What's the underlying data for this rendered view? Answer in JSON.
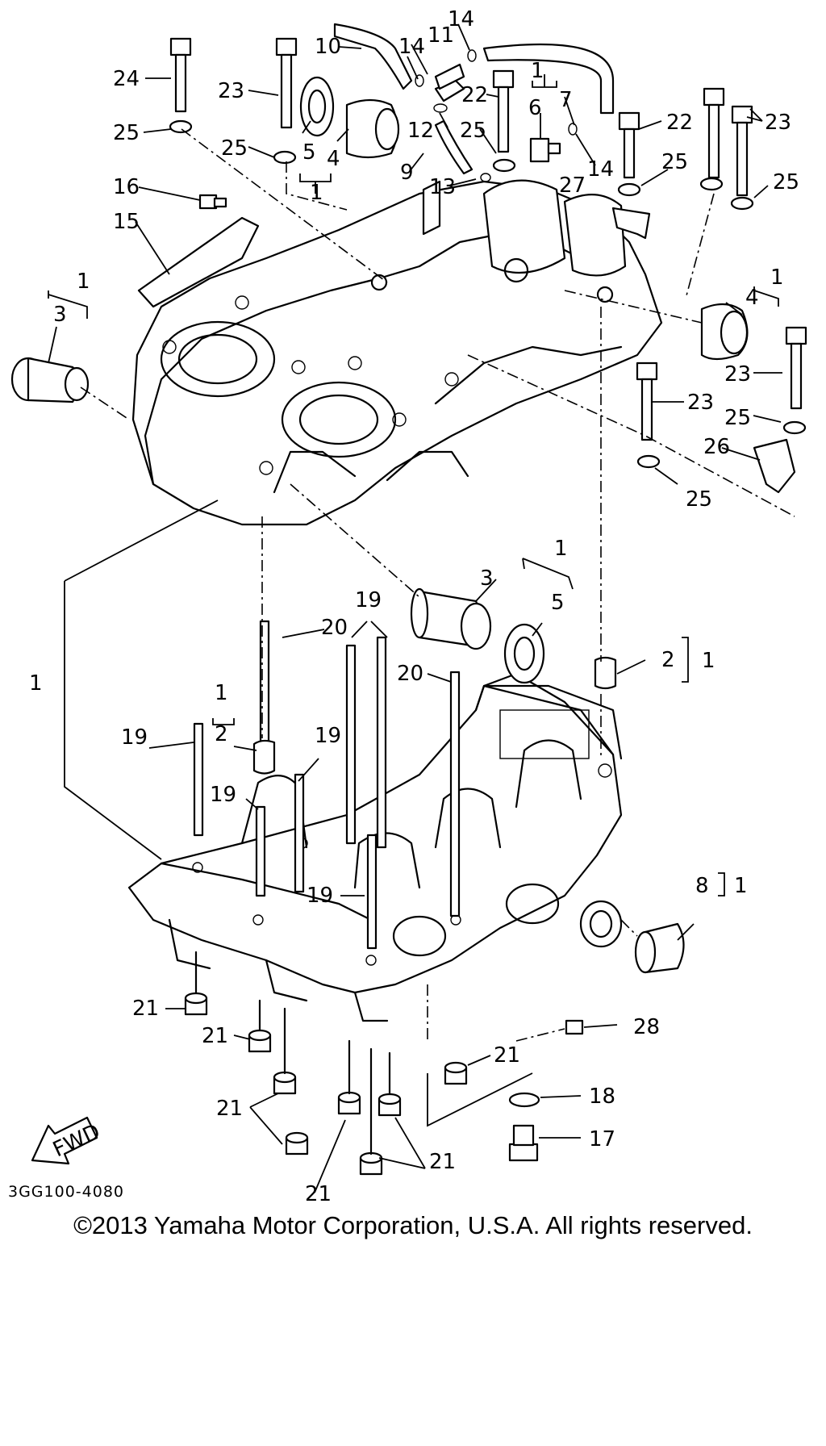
{
  "diagram": {
    "part_code": "3GG100-4080",
    "copyright": "©2013 Yamaha Motor Corporation, U.S.A. All rights reserved.",
    "fwd_label": "FWD",
    "callouts": [
      "1",
      "2",
      "3",
      "4",
      "5",
      "6",
      "7",
      "8",
      "9",
      "10",
      "11",
      "12",
      "13",
      "14",
      "15",
      "16",
      "17",
      "18",
      "19",
      "20",
      "21",
      "22",
      "23",
      "24",
      "25",
      "26",
      "27",
      "28"
    ]
  }
}
